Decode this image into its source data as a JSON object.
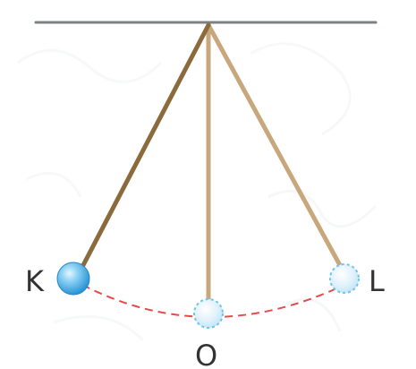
{
  "labels": {
    "left": "K",
    "middle": "O",
    "right": "L"
  },
  "colors": {
    "ceiling": "#7c8283",
    "string_active": "#8b6a3c",
    "string_ghost": "#c8a77c",
    "path": "#e64a4a",
    "bob_active": "#3aa7e2",
    "bob_ghost": "#6fc3ee",
    "text": "#333333"
  }
}
